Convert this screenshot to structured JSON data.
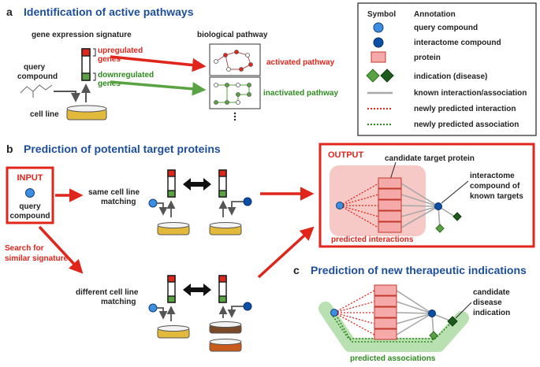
{
  "section_a": {
    "letter": "a",
    "title": "Identification of active pathways",
    "gene_signature_label": "gene expression signature",
    "pathway_label": "biological pathway",
    "query_label_1": "query",
    "query_label_2": "compound",
    "upregulated_1": "upregulated",
    "upregulated_2": "genes",
    "downregulated_1": "downregulated",
    "downregulated_2": "genes",
    "cell_line": "cell line",
    "activated": "activated pathway",
    "inactivated": "inactivated pathway"
  },
  "legend": {
    "symbol_header": "Symbol",
    "annotation_header": "Annotation",
    "items": [
      {
        "label": "query compound",
        "color": "#3a8fe0"
      },
      {
        "label": "interactome compound",
        "color": "#0c4fa6"
      },
      {
        "label": "protein",
        "color": "#f6a9a9"
      },
      {
        "label": "indication (disease)",
        "color": "#5aa342"
      },
      {
        "label": "known interaction/association",
        "color": "#a8a8a8"
      },
      {
        "label": "newly predicted interaction",
        "color": "#e0251b"
      },
      {
        "label": "newly predicted association",
        "color": "#2e8b1e"
      }
    ]
  },
  "section_b": {
    "letter": "b",
    "title": "Prediction of potential target proteins",
    "input": "INPUT",
    "query_1": "query",
    "query_2": "compound",
    "same_1": "same cell line",
    "same_2": "matching",
    "diff_1": "different cell line",
    "diff_2": "matching",
    "search_1": "Search for",
    "search_2": "similar signature",
    "output": "OUTPUT",
    "candidate_target": "candidate target protein",
    "interactome_1": "interactome",
    "interactome_2": "compound of",
    "interactome_3": "known targets",
    "predicted_interactions": "predicted interactions"
  },
  "section_c": {
    "letter": "c",
    "title": "Prediction of new therapeutic indications",
    "candidate_1": "candidate",
    "candidate_2": "disease",
    "candidate_3": "indication",
    "predicted_associations": "predicted associations"
  },
  "colors": {
    "title_blue": "#1d4e9c",
    "red": "#e0251b",
    "green": "#2e8b1e",
    "gray": "#a8a8a8",
    "query_blue": "#3a8fe0",
    "interactome_blue": "#0c4fa6",
    "protein_pink": "#f6a9a9",
    "green_light": "#5aa342",
    "green_dark": "#1e5a1e",
    "dish_yellow": "#e2b93a",
    "dish_orange": "#c85a1c",
    "dish_brown": "#7a4a28"
  }
}
